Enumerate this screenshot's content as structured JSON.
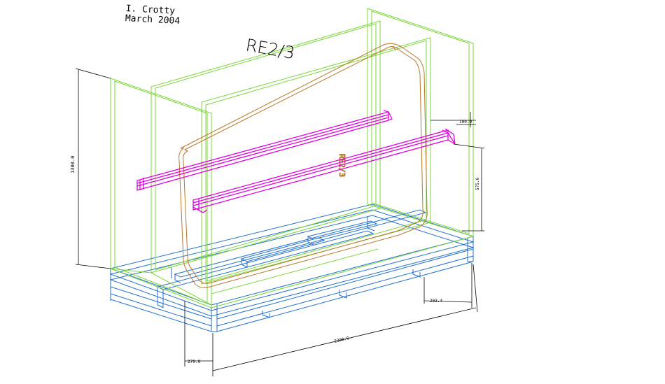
{
  "author": {
    "name": "I. Crotty",
    "date": "March 2004"
  },
  "drawing": {
    "title": "RE2/3",
    "crate_marking": "RE2/3",
    "colors": {
      "frame": "#7cd63a",
      "pallet": "#1f6fd0",
      "rails": "#e000e0",
      "unit": "#b8762a",
      "dimension": "#000000"
    },
    "dimensions": {
      "overall_height": "1300.0",
      "top_offset": "100.0",
      "rail_spacing": "575.6",
      "foot_width_right": "203.4",
      "foot_width_left": "279.9",
      "overall_length": "2300.0"
    }
  }
}
